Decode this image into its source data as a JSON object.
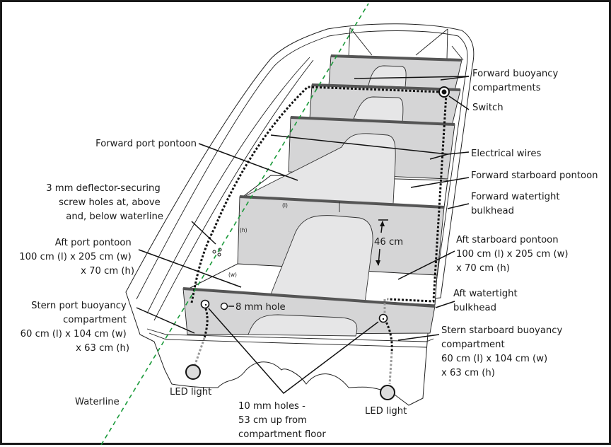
{
  "diagram": {
    "title": "Boat buoyancy compartments and electrical layout",
    "colors": {
      "waterline": "#1a9a3a",
      "panel_fill": "#d5d5d6",
      "seat_fill": "#e6e6e7",
      "bulkhead_rim": "#555555",
      "wire": "#111111",
      "led_fill": "#dcdcdc"
    },
    "labels": {
      "forward_buoyancy": [
        "Forward buoyancy",
        "compartments"
      ],
      "switch": "Switch",
      "electrical_wires": "Electrical wires",
      "forward_starboard_pontoon": "Forward starboard pontoon",
      "forward_watertight_bulkhead": [
        "Forward watertight",
        "bulkhead"
      ],
      "forward_port_pontoon": "Forward port pontoon",
      "screw_holes": [
        "3 mm deflector-securing",
        "screw holes at, above",
        "and, below waterline"
      ],
      "aft_port_pontoon": [
        "Aft port pontoon",
        "100 cm (l) x 205 cm (w)",
        "x 70 cm (h)"
      ],
      "aft_starboard_pontoon": [
        "Aft starboard pontoon",
        "100 cm (l) x 205 cm (w)",
        "x 70 cm (h)"
      ],
      "aft_watertight_bulkhead": [
        "Aft watertight",
        "bulkhead"
      ],
      "stern_port_buoyancy": [
        "Stern port buoyancy",
        "compartment",
        "60 cm (l) x 104 cm (w)",
        "x 63 cm (h)"
      ],
      "stern_starboard_buoyancy": [
        "Stern starboard buoyancy",
        "compartment",
        "60 cm (l) x 104 cm (w)",
        "x 63 cm (h)"
      ],
      "hole_8mm": "8 mm hole",
      "holes_10mm": [
        "10 mm holes -",
        "53 cm up from",
        "compartment floor"
      ],
      "led_light_left": "LED light",
      "led_light_right": "LED light",
      "waterline": "Waterline",
      "dimension_46": "46 cm",
      "dim_l": "(l)",
      "dim_h": "(h)",
      "dim_w": "(w)"
    }
  }
}
